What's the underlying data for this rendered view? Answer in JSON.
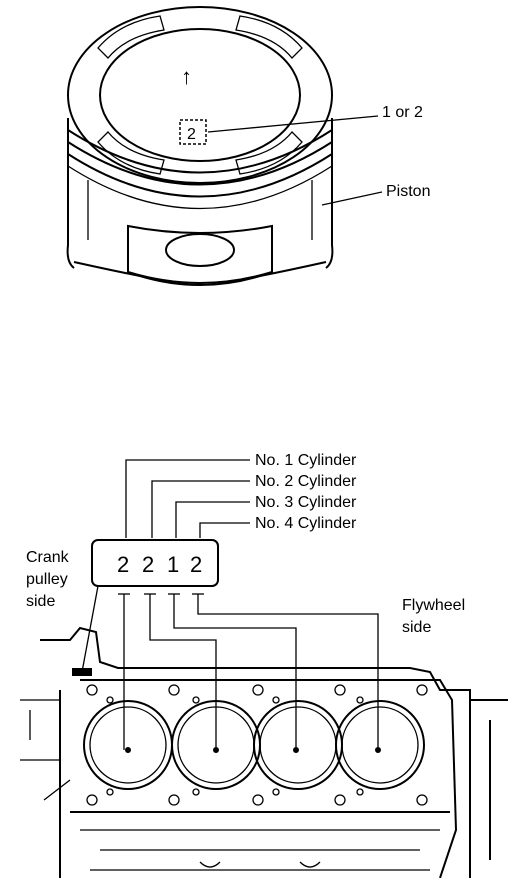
{
  "piston": {
    "mark_digit": "2",
    "mark_label": "1 or 2",
    "piston_label": "Piston",
    "arrow_glyph": "↑"
  },
  "block": {
    "cylinder_labels": [
      "No. 1 Cylinder",
      "No. 2 Cylinder",
      "No. 3 Cylinder",
      "No. 4 Cylinder"
    ],
    "stamp_digits": [
      "2",
      "2",
      "1",
      "2"
    ],
    "crank_label": [
      "Crank",
      "pulley",
      "side"
    ],
    "flywheel_label": [
      "Flywheel",
      "side"
    ]
  }
}
